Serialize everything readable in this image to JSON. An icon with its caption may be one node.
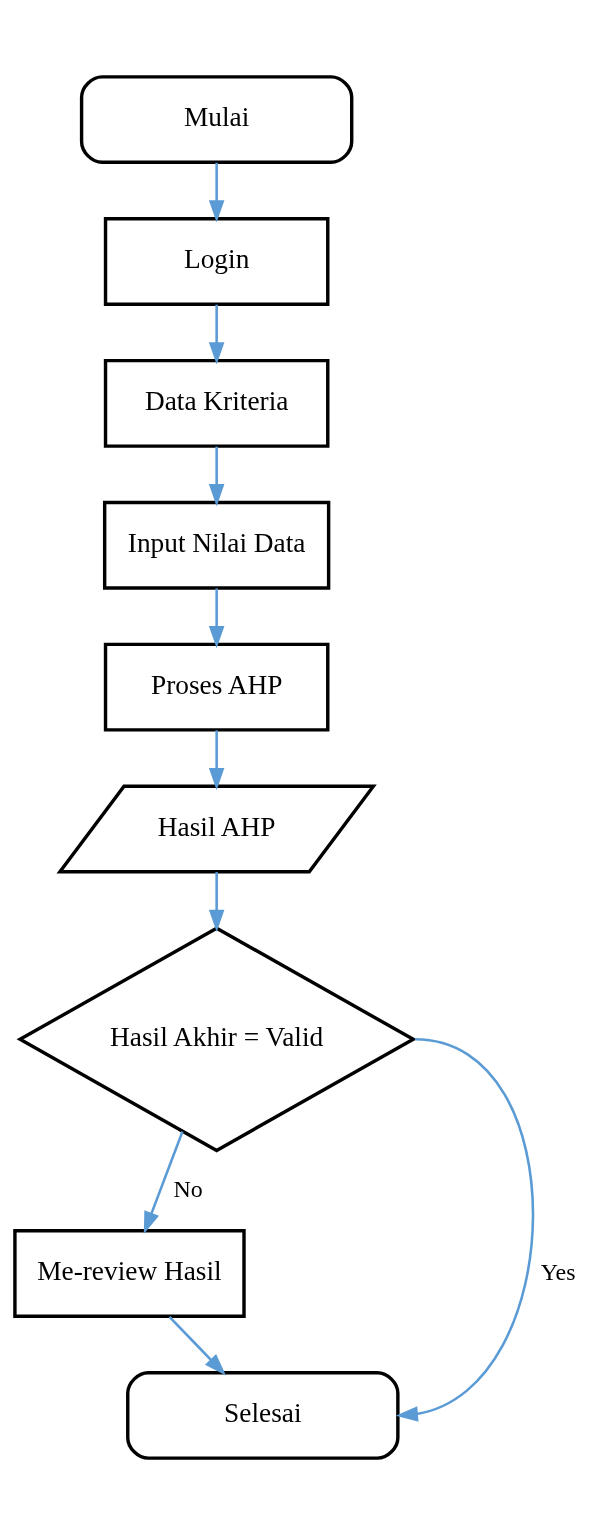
{
  "diagram": {
    "nodes": [
      {
        "text": [
          "Mulai"
        ]
      },
      {
        "text": [
          "Login"
        ]
      },
      {
        "text": [
          "Data Kriteria"
        ]
      },
      {
        "text": [
          "Input Nilai Data"
        ]
      },
      {
        "text": [
          "Proses AHP"
        ]
      },
      {
        "text": [
          "Hasil AHP"
        ]
      },
      {
        "text": [
          "Hasil Akhir = Valid"
        ]
      },
      {
        "text": [
          "Me-review Hasil"
        ]
      },
      {
        "text": [
          "Selesai"
        ]
      }
    ],
    "edges": [
      {
        "from": 0,
        "to": 1,
        "arrow": "to"
      },
      {
        "from": 1,
        "to": 2,
        "arrow": "to"
      },
      {
        "from": 2,
        "to": 3,
        "arrow": "to"
      },
      {
        "from": 3,
        "to": 4,
        "arrow": "to"
      },
      {
        "from": 4,
        "to": 5,
        "arrow": "to"
      },
      {
        "from": 5,
        "to": 6,
        "arrow": "to"
      },
      {
        "from": 6,
        "to": 7,
        "arrow": "to",
        "label": "No"
      },
      {
        "from": 7,
        "to": 8,
        "arrow": "to"
      },
      {
        "from": 6,
        "to": 8,
        "arrow": "to",
        "label": "Yes"
      }
    ]
  }
}
